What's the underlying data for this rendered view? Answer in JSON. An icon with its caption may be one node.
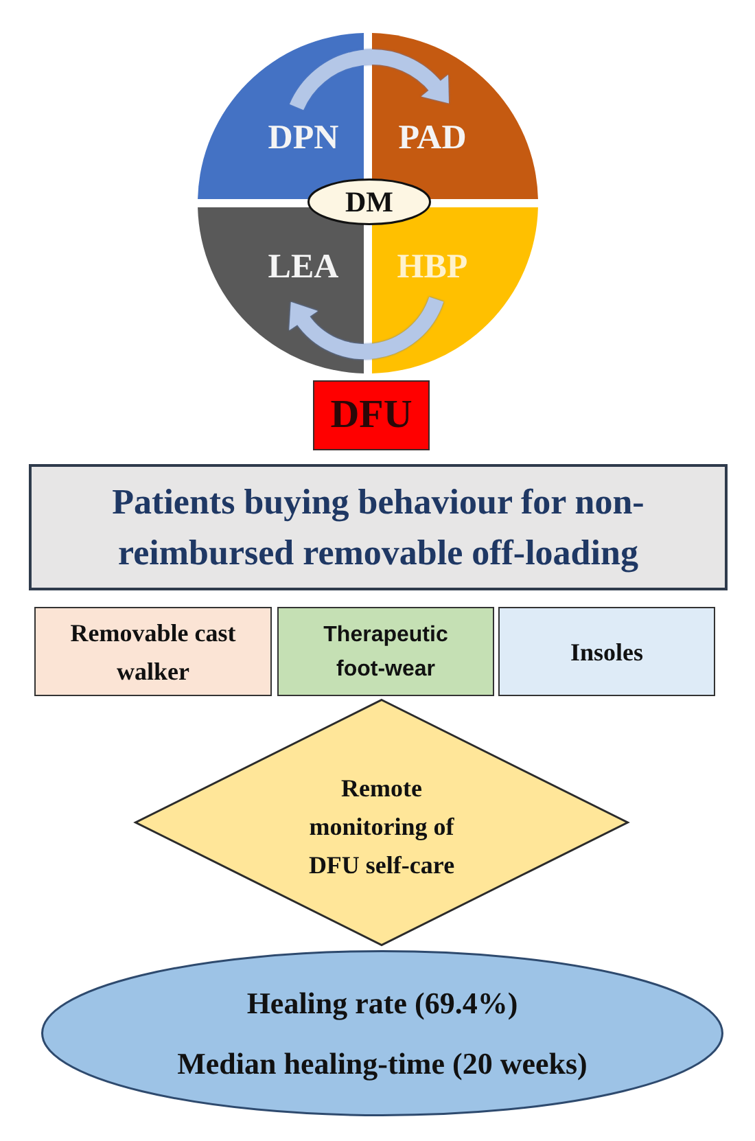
{
  "diagram": {
    "nodes": [
      {
        "text": [
          "DPN"
        ]
      },
      {
        "text": [
          "PAD"
        ]
      },
      {
        "text": [
          "DM"
        ]
      },
      {
        "text": [
          "LEA"
        ]
      },
      {
        "text": [
          "HBP"
        ]
      },
      {
        "text": [
          "DFU"
        ]
      },
      {
        "text": [
          "Patients buying behaviour for non-reimbursed removable off-loading"
        ]
      },
      {
        "text": [
          "Removable cast walker"
        ]
      },
      {
        "text": [
          "Therapeutic foot-wear"
        ]
      },
      {
        "text": [
          "Insoles"
        ]
      },
      {
        "text": [
          "Remote monitoring of DFU self-care"
        ]
      },
      {
        "text": [
          "Healing rate (69.4%)",
          "Median healing-time (20 weeks)"
        ]
      }
    ],
    "edges": [
      {
        "from": 0,
        "to": 1,
        "arrow": "to"
      },
      {
        "from": 4,
        "to": 3,
        "arrow": "to"
      }
    ]
  }
}
